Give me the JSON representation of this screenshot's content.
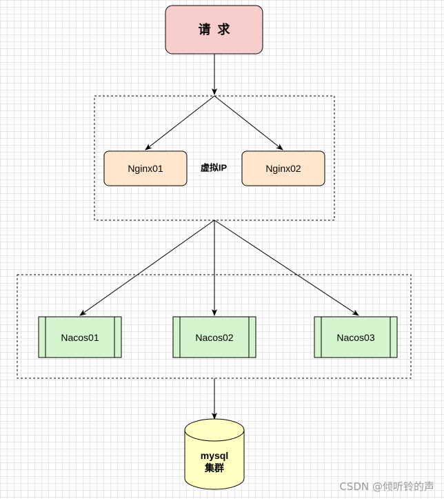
{
  "nodes": {
    "request": "请  求",
    "nginx01": "Nginx01",
    "virtual_ip": "虚拟IP",
    "nginx02": "Nginx02",
    "nacos01": "Nacos01",
    "nacos02": "Nacos02",
    "nacos03": "Nacos03",
    "mysql_line1": "mysql",
    "mysql_line2": "集群"
  },
  "watermark": "CSDN @倾听铃的声",
  "colors": {
    "request_fill": "#f8cecc",
    "nginx_fill": "#ffe6cc",
    "nacos_fill": "#d5f5cf",
    "database_fill": "#ffffc2",
    "stroke": "#000000"
  }
}
